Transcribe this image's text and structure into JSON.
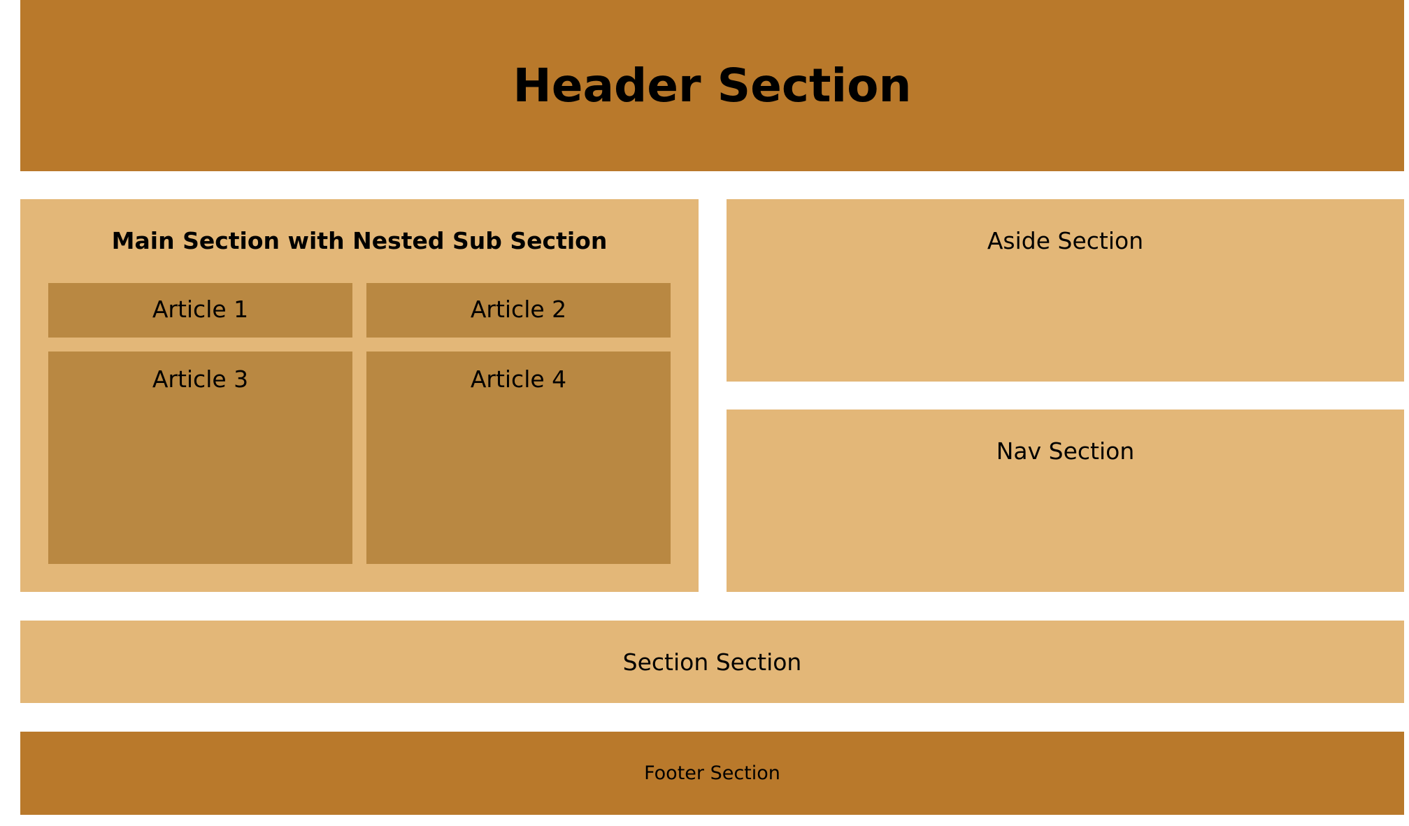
{
  "header": {
    "title": "Header Section"
  },
  "main": {
    "title": "Main Section with Nested Sub Section",
    "articles": [
      {
        "label": "Article 1"
      },
      {
        "label": "Article 2"
      },
      {
        "label": "Article 3"
      },
      {
        "label": "Article 4"
      }
    ]
  },
  "aside": {
    "label": "Aside Section"
  },
  "nav": {
    "label": "Nav Section"
  },
  "section": {
    "label": "Section Section"
  },
  "footer": {
    "label": "Footer Section"
  },
  "colors": {
    "header_footer": "#b9792b",
    "panel": "#e3b778",
    "article": "#b98842"
  }
}
